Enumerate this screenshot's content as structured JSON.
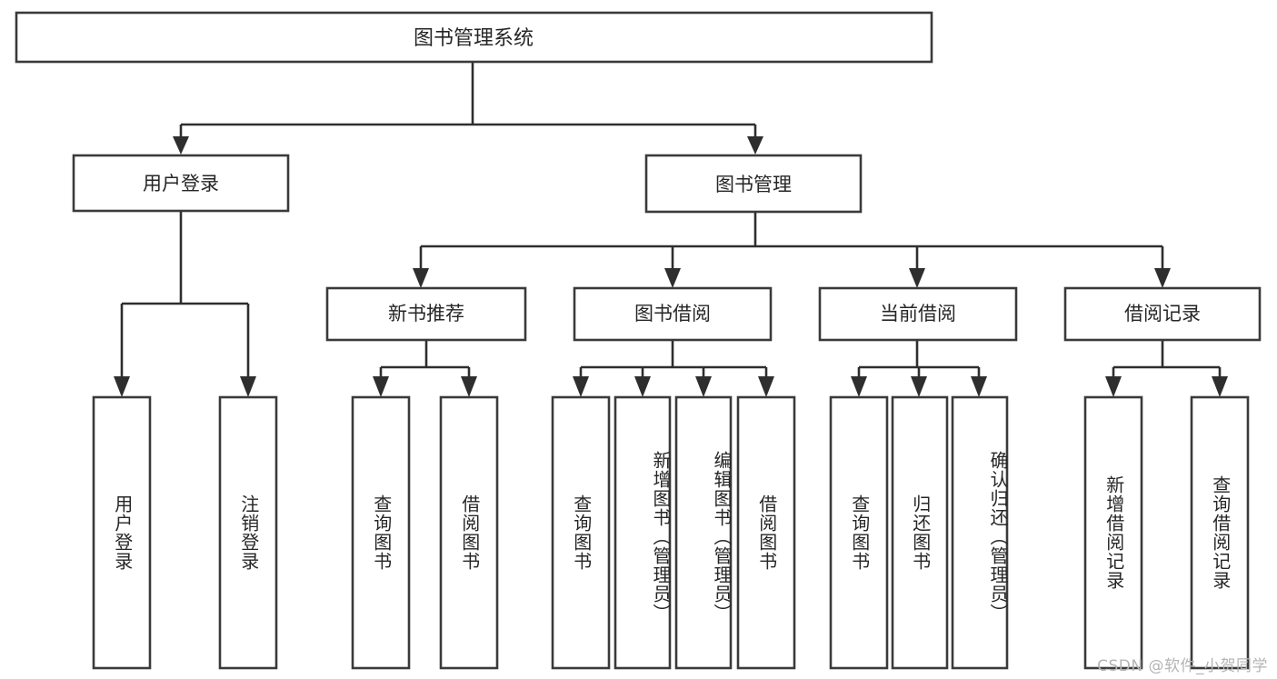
{
  "diagram": {
    "title_node": {
      "label": "图书管理系统"
    },
    "level1": [
      {
        "id": "user-login",
        "label": "用户登录"
      },
      {
        "id": "book-management",
        "label": "图书管理"
      }
    ],
    "level2": [
      {
        "id": "new-book-recommend",
        "label": "新书推荐",
        "parent": "book-management"
      },
      {
        "id": "book-borrow",
        "label": "图书借阅",
        "parent": "book-management"
      },
      {
        "id": "current-borrow",
        "label": "当前借阅",
        "parent": "book-management"
      },
      {
        "id": "borrow-record",
        "label": "借阅记录",
        "parent": "book-management"
      }
    ],
    "leaves": {
      "user-login": [
        {
          "id": "leaf-user-login",
          "label": "用户登录"
        },
        {
          "id": "leaf-logout-login",
          "label": "注销登录"
        }
      ],
      "new-book-recommend": [
        {
          "id": "leaf-query-book-1",
          "label": "查询图书"
        },
        {
          "id": "leaf-borrow-book-1",
          "label": "借阅图书"
        }
      ],
      "book-borrow": [
        {
          "id": "leaf-query-book-2",
          "label": "查询图书"
        },
        {
          "id": "leaf-add-book",
          "label": "新增图书（管理员）"
        },
        {
          "id": "leaf-edit-book",
          "label": "编辑图书（管理员）"
        },
        {
          "id": "leaf-borrow-book-2",
          "label": "借阅图书"
        }
      ],
      "current-borrow": [
        {
          "id": "leaf-query-book-3",
          "label": "查询图书"
        },
        {
          "id": "leaf-return-book",
          "label": "归还图书"
        },
        {
          "id": "leaf-confirm-return",
          "label": "确认归还（管理员）"
        }
      ],
      "borrow-record": [
        {
          "id": "leaf-add-borrow-record",
          "label": "新增借阅记录"
        },
        {
          "id": "leaf-query-borrow-record",
          "label": "查询借阅记录"
        }
      ]
    }
  },
  "watermark": {
    "text": "CSDN @软件_小贺同学"
  },
  "colors": {
    "box_stroke": "#3a3a3a",
    "connector": "#2e2e2e",
    "box_fill": "#ffffff",
    "text": "#262626",
    "watermark": "#b4b4b4",
    "background": "#ffffff"
  }
}
